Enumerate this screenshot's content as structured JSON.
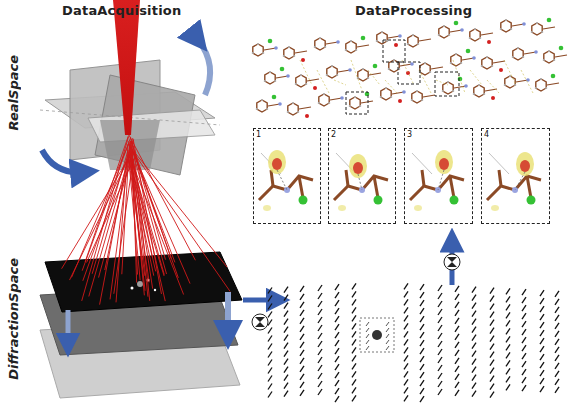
{
  "diagram": {
    "nodes": [
      {
        "text": [
          "1"
        ]
      },
      {
        "text": [
          "2"
        ]
      },
      {
        "text": [
          "3"
        ]
      },
      {
        "text": [
          "4"
        ]
      }
    ],
    "labels": [
      "DataAcquisition",
      "DataProcessing",
      "RealSpace",
      "DiffractionSpace"
    ]
  }
}
